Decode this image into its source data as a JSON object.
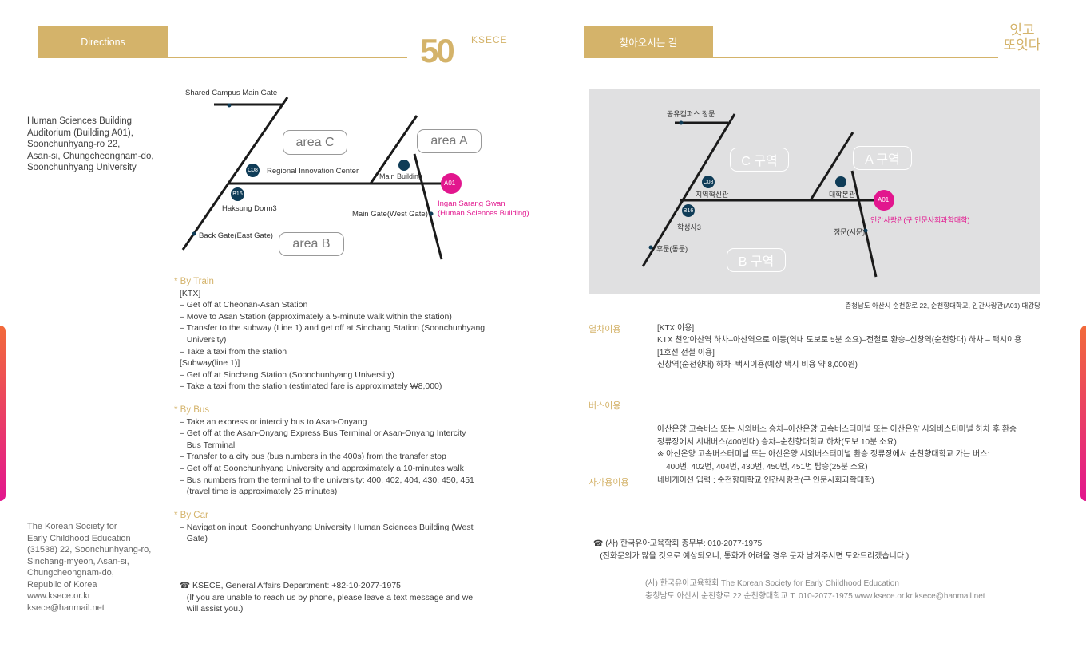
{
  "left": {
    "header": "Directions",
    "logo": {
      "number": "50",
      "brand": "KSECE"
    },
    "address": [
      "Human Sciences Building",
      "Auditorium (Building A01),",
      "Soonchunhyang-ro 22,",
      "Asan-si, Chungcheongnam-do,",
      "Soonchunhyang University"
    ],
    "map": {
      "shared_gate": "Shared Campus Main Gate",
      "area_c": "area C",
      "area_a": "area A",
      "area_b": "area B",
      "c08": "C08",
      "b16": "B16",
      "a01": "A01",
      "regional": "Regional Innovation Center",
      "main_building": "Main Building",
      "haksung": "Haksung Dorm3",
      "main_gate": "Main Gate(West Gate)",
      "back_gate": "Back Gate(East Gate)",
      "ingan1": "Ingan Sarang Gwan",
      "ingan2": "(Human Sciences Building)"
    },
    "train": {
      "title": "* By Train",
      "lines": [
        "[KTX]",
        "– Get off at Cheonan-Asan Station",
        "– Move to Asan Station (approximately a 5-minute walk within the station)",
        "– Transfer to the subway (Line 1) and get off at Sinchang Station (Soonchunhyang",
        "   University)",
        "– Take a taxi from the station",
        "[Subway(line 1)]",
        "– Get off at Sinchang Station (Soonchunhyang University)",
        "– Take a taxi from the station (estimated fare is approximately ₩8,000)"
      ]
    },
    "bus": {
      "title": "* By Bus",
      "lines": [
        "– Take an express or intercity bus to Asan-Onyang",
        "– Get off at the Asan-Onyang Express Bus Terminal or Asan-Onyang Intercity",
        "   Bus Terminal",
        "– Transfer to a city bus (bus numbers in the 400s) from the transfer stop",
        "– Get off at Soonchunhyang University and approximately a 10-minutes walk",
        "– Bus numbers from the terminal to the university: 400, 402, 404, 430, 450, 451",
        "   (travel time is approximately 25 minutes)"
      ]
    },
    "car": {
      "title": "* By Car",
      "lines": [
        "– Navigation input: Soonchunhyang University Human Sciences Building (West",
        "   Gate)"
      ]
    },
    "contact": [
      "☎ KSECE, General Affairs Department: +82-10-2077-1975",
      "   (If you are unable to reach us by phone, please leave a text message and we",
      "   will assist you.)"
    ],
    "footer": [
      "The Korean Society for",
      "Early Childhood Education",
      "(31538) 22, Soonchunhyang-ro,",
      "Sinchang-myeon, Asan-si,",
      "Chungcheongnam-do,",
      "Republic of Korea",
      "www.ksece.or.kr",
      "ksece@hanmail.net"
    ]
  },
  "right": {
    "header": "찾아오시는 길",
    "logo": "잇고 또잇다",
    "map": {
      "shared_gate": "공유캠퍼스 정문",
      "area_c": "C 구역",
      "area_a": "A 구역",
      "area_b": "B 구역",
      "c08": "C08",
      "b16": "B16",
      "a01": "A01",
      "regional": "지역혁신관",
      "main_building": "대학본관",
      "haksung": "학성사3",
      "main_gate": "정문(서문)",
      "back_gate": "후문(동문)",
      "ingan": "인간사랑관(구 인문사회과학대학)"
    },
    "caption": "충청남도 아산시 순천향로 22, 순천향대학교, 인간사랑관(A01) 대강당",
    "train": {
      "title": "열차이용",
      "lines": [
        "[KTX 이용]",
        "KTX 천안아산역 하차–아산역으로 이동(역내 도보로 5분 소요)–전철로 환승–신창역(순천향대) 하차 – 택시이용",
        "[1호선 전철 이용]",
        "신창역(순천향대) 하차–택시이용(예상 택시 비용 약 8,000원)"
      ]
    },
    "bus": {
      "title": "버스이용",
      "lines": [
        "아산온양 고속버스 또는 시외버스 승차–아산온양 고속버스터미널 또는 아산온양 시외버스터미널 하차 후 환승",
        "정류장에서 시내버스(400번대) 승차–순천향대학교 하차(도보 10분 소요)",
        "※ 아산온양 고속버스터미널 또는 아산온양 시외버스터미널 환승 정류장에서 순천향대학교 가는 버스:",
        "    400번, 402번, 404번, 430번, 450번, 451번 탑승(25분 소요)"
      ]
    },
    "car": {
      "title": "자가용이용",
      "lines": [
        "네비게이션 입력 : 순천향대학교 인간사랑관(구 인문사회과학대학)"
      ]
    },
    "contact": [
      "☎ (사) 한국유아교육학회 총무부: 010-2077-1975",
      "   (전화문의가 많을 것으로 예상되오니, 통화가 어려울 경우 문자 남겨주시면 도와드리겠습니다.)"
    ],
    "footer": [
      "(사) 한국유아교육학회 The Korean Society for Early Childhood Education",
      "충청남도 아산시 순천향로 22 순천향대학교 T. 010-2077-1975  www.ksece.or.kr  ksece@hanmail.net"
    ]
  }
}
